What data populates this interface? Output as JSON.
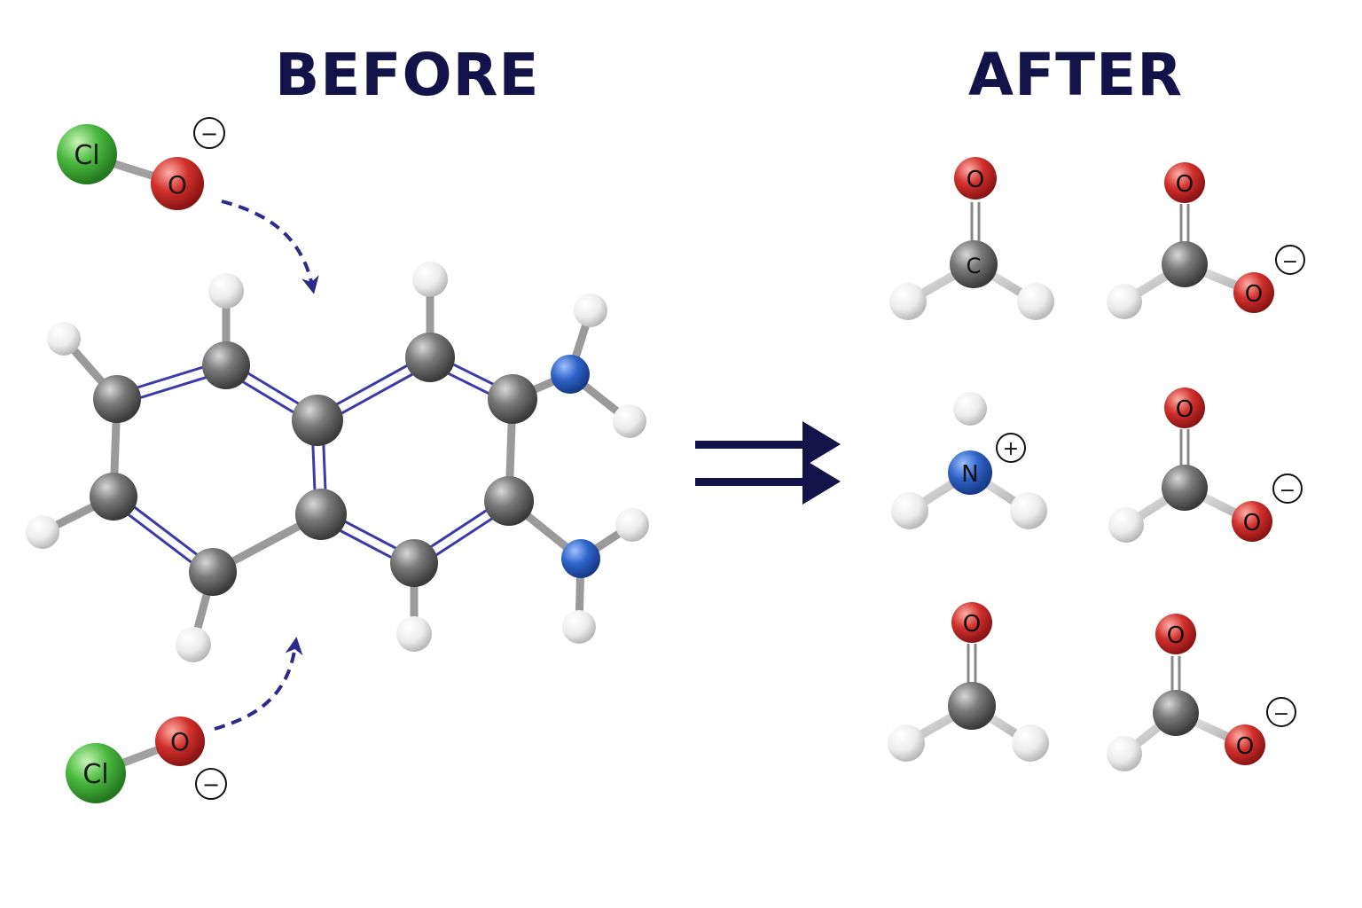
{
  "headings": {
    "before": "BEFORE",
    "after": "AFTER"
  },
  "colors": {
    "title": "#13134a",
    "arrow": "#13134a",
    "curved_arrow": "#2e2a8a",
    "aromatic_bond": "#3d3aa8",
    "carbon": "#5f5f5f",
    "hydrogen": "#f2f2f2",
    "nitrogen": "#2f63c8",
    "oxygen": "#cf2f2f",
    "chlorine": "#43b33b"
  },
  "icons": {
    "reaction_arrow": "double-right-arrow-icon",
    "attack_arrow": "dashed-curved-arrow-icon"
  },
  "labels": {
    "chlorine": "Cl",
    "oxygen": "O",
    "carbon": "C",
    "nitrogen": "N",
    "minus": "−",
    "plus": "+"
  }
}
